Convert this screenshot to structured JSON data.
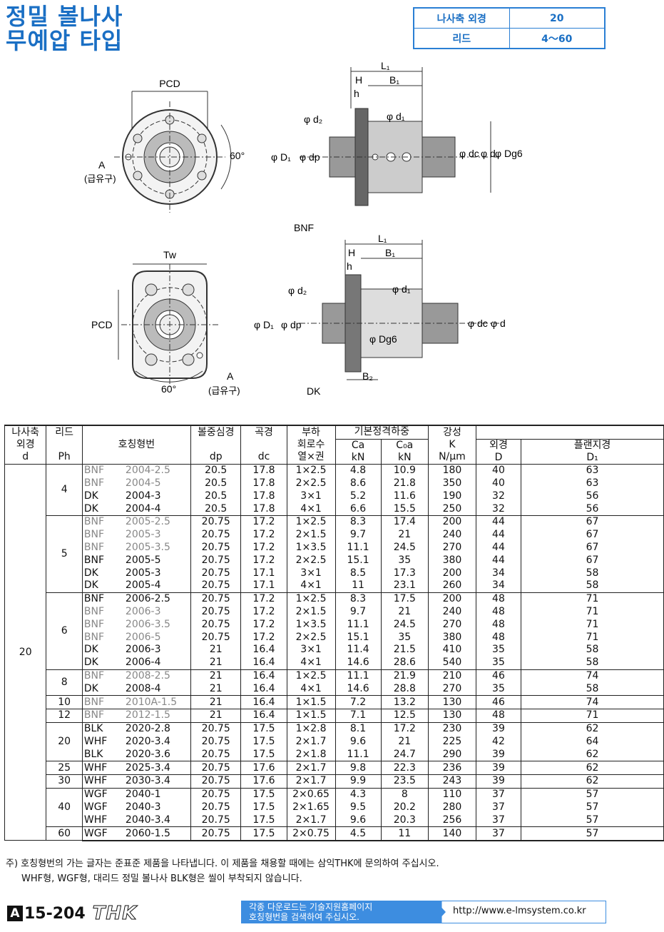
{
  "title": {
    "line1": "정밀 볼나사",
    "line2": "무예압 타입"
  },
  "spec_box": {
    "rows": [
      {
        "label": "나사축 외경",
        "value": "20"
      },
      {
        "label": "리드",
        "value": "4～60"
      }
    ]
  },
  "drawings": {
    "bnf": {
      "pcd": "PCD",
      "angle": "60°",
      "a": "A",
      "grease": "(급유구)",
      "L1": "L₁",
      "H": "H",
      "B1": "B₁",
      "h": "h",
      "d2": "φ d₂",
      "d1": "φ d₁",
      "D1": "φ D₁",
      "dp": "φ dp",
      "dc": "φ dc",
      "d": "φ d",
      "Dg6": "φ Dg6",
      "name": "BNF"
    },
    "dk": {
      "tw": "Tw",
      "pcd": "PCD",
      "angle": "60°",
      "a": "A",
      "grease": "(급유구)",
      "L1": "L₁",
      "H": "H",
      "B1": "B₁",
      "h": "h",
      "B2": "B₂",
      "d2": "φ d₂",
      "d1": "φ d₁",
      "D1": "φ D₁",
      "dp": "φ dp",
      "Dg6": "φ Dg6",
      "dc": "φ dc",
      "d": "φ d",
      "name": "DK"
    }
  },
  "table": {
    "headers": {
      "shaft_dia": [
        "나사축",
        "외경",
        "d"
      ],
      "lead": [
        "리드",
        "Ph"
      ],
      "model": "호칭형번",
      "ball_center": [
        "볼중심경",
        "dp"
      ],
      "root_dia": [
        "곡경",
        "dc"
      ],
      "circuits": [
        "부하",
        "회로수",
        "열×권"
      ],
      "load_rating": "기본정격하중",
      "ca": [
        "Ca",
        "kN"
      ],
      "c0a": [
        "C₀a",
        "kN"
      ],
      "rigidity": [
        "강성",
        "K",
        "N/μm"
      ],
      "outer": [
        "외경",
        "D"
      ],
      "flange": [
        "플랜지경",
        "D₁"
      ]
    },
    "shaft_d": "20",
    "groups": [
      {
        "lead": "4",
        "rows": [
          {
            "type": "BNF",
            "no": "2004-2.5",
            "grey": true,
            "dp": "20.5",
            "dc": "17.8",
            "circ": "1×2.5",
            "ca": "4.8",
            "c0a": "10.9",
            "k": "180",
            "D": "40",
            "D1": "63"
          },
          {
            "type": "BNF",
            "no": "2004-5",
            "grey": true,
            "dp": "20.5",
            "dc": "17.8",
            "circ": "2×2.5",
            "ca": "8.6",
            "c0a": "21.8",
            "k": "350",
            "D": "40",
            "D1": "63"
          },
          {
            "type": "DK",
            "no": "2004-3",
            "grey": false,
            "dp": "20.5",
            "dc": "17.8",
            "circ": "3×1",
            "ca": "5.2",
            "c0a": "11.6",
            "k": "190",
            "D": "32",
            "D1": "56"
          },
          {
            "type": "DK",
            "no": "2004-4",
            "grey": false,
            "dp": "20.5",
            "dc": "17.8",
            "circ": "4×1",
            "ca": "6.6",
            "c0a": "15.5",
            "k": "250",
            "D": "32",
            "D1": "56"
          }
        ]
      },
      {
        "lead": "5",
        "rows": [
          {
            "type": "BNF",
            "no": "2005-2.5",
            "grey": true,
            "dp": "20.75",
            "dc": "17.2",
            "circ": "1×2.5",
            "ca": "8.3",
            "c0a": "17.4",
            "k": "200",
            "D": "44",
            "D1": "67"
          },
          {
            "type": "BNF",
            "no": "2005-3",
            "grey": true,
            "dp": "20.75",
            "dc": "17.2",
            "circ": "2×1.5",
            "ca": "9.7",
            "c0a": "21",
            "k": "240",
            "D": "44",
            "D1": "67"
          },
          {
            "type": "BNF",
            "no": "2005-3.5",
            "grey": true,
            "dp": "20.75",
            "dc": "17.2",
            "circ": "1×3.5",
            "ca": "11.1",
            "c0a": "24.5",
            "k": "270",
            "D": "44",
            "D1": "67"
          },
          {
            "type": "BNF",
            "no": "2005-5",
            "grey": false,
            "dp": "20.75",
            "dc": "17.2",
            "circ": "2×2.5",
            "ca": "15.1",
            "c0a": "35",
            "k": "380",
            "D": "44",
            "D1": "67"
          },
          {
            "type": "DK",
            "no": "2005-3",
            "grey": false,
            "dp": "20.75",
            "dc": "17.1",
            "circ": "3×1",
            "ca": "8.5",
            "c0a": "17.3",
            "k": "200",
            "D": "34",
            "D1": "58"
          },
          {
            "type": "DK",
            "no": "2005-4",
            "grey": false,
            "dp": "20.75",
            "dc": "17.1",
            "circ": "4×1",
            "ca": "11",
            "c0a": "23.1",
            "k": "260",
            "D": "34",
            "D1": "58"
          }
        ]
      },
      {
        "lead": "6",
        "rows": [
          {
            "type": "BNF",
            "no": "2006-2.5",
            "grey": false,
            "dp": "20.75",
            "dc": "17.2",
            "circ": "1×2.5",
            "ca": "8.3",
            "c0a": "17.5",
            "k": "200",
            "D": "48",
            "D1": "71"
          },
          {
            "type": "BNF",
            "no": "2006-3",
            "grey": true,
            "dp": "20.75",
            "dc": "17.2",
            "circ": "2×1.5",
            "ca": "9.7",
            "c0a": "21",
            "k": "240",
            "D": "48",
            "D1": "71"
          },
          {
            "type": "BNF",
            "no": "2006-3.5",
            "grey": true,
            "dp": "20.75",
            "dc": "17.2",
            "circ": "1×3.5",
            "ca": "11.1",
            "c0a": "24.5",
            "k": "270",
            "D": "48",
            "D1": "71"
          },
          {
            "type": "BNF",
            "no": "2006-5",
            "grey": true,
            "dp": "20.75",
            "dc": "17.2",
            "circ": "2×2.5",
            "ca": "15.1",
            "c0a": "35",
            "k": "380",
            "D": "48",
            "D1": "71"
          },
          {
            "type": "DK",
            "no": "2006-3",
            "grey": false,
            "dp": "21",
            "dc": "16.4",
            "circ": "3×1",
            "ca": "11.4",
            "c0a": "21.5",
            "k": "410",
            "D": "35",
            "D1": "58"
          },
          {
            "type": "DK",
            "no": "2006-4",
            "grey": false,
            "dp": "21",
            "dc": "16.4",
            "circ": "4×1",
            "ca": "14.6",
            "c0a": "28.6",
            "k": "540",
            "D": "35",
            "D1": "58"
          }
        ]
      },
      {
        "lead": "8",
        "rows": [
          {
            "type": "BNF",
            "no": "2008-2.5",
            "grey": true,
            "dp": "21",
            "dc": "16.4",
            "circ": "1×2.5",
            "ca": "11.1",
            "c0a": "21.9",
            "k": "210",
            "D": "46",
            "D1": "74"
          },
          {
            "type": "DK",
            "no": "2008-4",
            "grey": false,
            "dp": "21",
            "dc": "16.4",
            "circ": "4×1",
            "ca": "14.6",
            "c0a": "28.8",
            "k": "270",
            "D": "35",
            "D1": "58"
          }
        ]
      },
      {
        "lead": "10",
        "rows": [
          {
            "type": "BNF",
            "no": "2010A-1.5",
            "grey": true,
            "dp": "21",
            "dc": "16.4",
            "circ": "1×1.5",
            "ca": "7.2",
            "c0a": "13.2",
            "k": "130",
            "D": "46",
            "D1": "74"
          }
        ]
      },
      {
        "lead": "12",
        "rows": [
          {
            "type": "BNF",
            "no": "2012-1.5",
            "grey": true,
            "dp": "21",
            "dc": "16.4",
            "circ": "1×1.5",
            "ca": "7.1",
            "c0a": "12.5",
            "k": "130",
            "D": "48",
            "D1": "71"
          }
        ]
      },
      {
        "lead": "20",
        "rows": [
          {
            "type": "BLK",
            "no": "2020-2.8",
            "grey": false,
            "dp": "20.75",
            "dc": "17.5",
            "circ": "1×2.8",
            "ca": "8.1",
            "c0a": "17.2",
            "k": "230",
            "D": "39",
            "D1": "62"
          },
          {
            "type": "WHF",
            "no": "2020-3.4",
            "grey": false,
            "dp": "20.75",
            "dc": "17.5",
            "circ": "2×1.7",
            "ca": "9.6",
            "c0a": "21",
            "k": "225",
            "D": "42",
            "D1": "64"
          },
          {
            "type": "BLK",
            "no": "2020-3.6",
            "grey": false,
            "dp": "20.75",
            "dc": "17.5",
            "circ": "2×1.8",
            "ca": "11.1",
            "c0a": "24.7",
            "k": "290",
            "D": "39",
            "D1": "62"
          }
        ]
      },
      {
        "lead": "25",
        "rows": [
          {
            "type": "WHF",
            "no": "2025-3.4",
            "grey": false,
            "dp": "20.75",
            "dc": "17.6",
            "circ": "2×1.7",
            "ca": "9.8",
            "c0a": "22.3",
            "k": "236",
            "D": "39",
            "D1": "62"
          }
        ]
      },
      {
        "lead": "30",
        "rows": [
          {
            "type": "WHF",
            "no": "2030-3.4",
            "grey": false,
            "dp": "20.75",
            "dc": "17.6",
            "circ": "2×1.7",
            "ca": "9.9",
            "c0a": "23.5",
            "k": "243",
            "D": "39",
            "D1": "62"
          }
        ]
      },
      {
        "lead": "40",
        "rows": [
          {
            "type": "WGF",
            "no": "2040-1",
            "grey": false,
            "dp": "20.75",
            "dc": "17.5",
            "circ": "2×0.65",
            "ca": "4.3",
            "c0a": "8",
            "k": "110",
            "D": "37",
            "D1": "57"
          },
          {
            "type": "WGF",
            "no": "2040-3",
            "grey": false,
            "dp": "20.75",
            "dc": "17.5",
            "circ": "2×1.65",
            "ca": "9.5",
            "c0a": "20.2",
            "k": "280",
            "D": "37",
            "D1": "57"
          },
          {
            "type": "WHF",
            "no": "2040-3.4",
            "grey": false,
            "dp": "20.75",
            "dc": "17.5",
            "circ": "2×1.7",
            "ca": "9.6",
            "c0a": "20.3",
            "k": "256",
            "D": "37",
            "D1": "57"
          }
        ]
      },
      {
        "lead": "60",
        "rows": [
          {
            "type": "WGF",
            "no": "2060-1.5",
            "grey": false,
            "dp": "20.75",
            "dc": "17.5",
            "circ": "2×0.75",
            "ca": "4.5",
            "c0a": "11",
            "k": "140",
            "D": "37",
            "D1": "57"
          }
        ]
      }
    ]
  },
  "notes": {
    "line1": "주) 호칭형번의 가는 글자는 준표준 제품을 나타냅니다.  이 제품을 채용할 때에는 삼익THK에 문의하여 주십시오.",
    "line2": "WHF형, WGF형, 대리드 정밀 볼나사 BLK형은 씰이 부착되지 않습니다."
  },
  "footer": {
    "badge": "A",
    "page": "15-204",
    "logo": "THK",
    "download_line1": "각종 다운로드는 기술지원홈페이지",
    "download_line2": "호칭형번을 검색하여 주십시오.",
    "url": "http://www.e-lmsystem.co.kr"
  },
  "colors": {
    "accent": "#1a6fc4",
    "banner": "#3d8de0",
    "grey_text": "#888888"
  }
}
